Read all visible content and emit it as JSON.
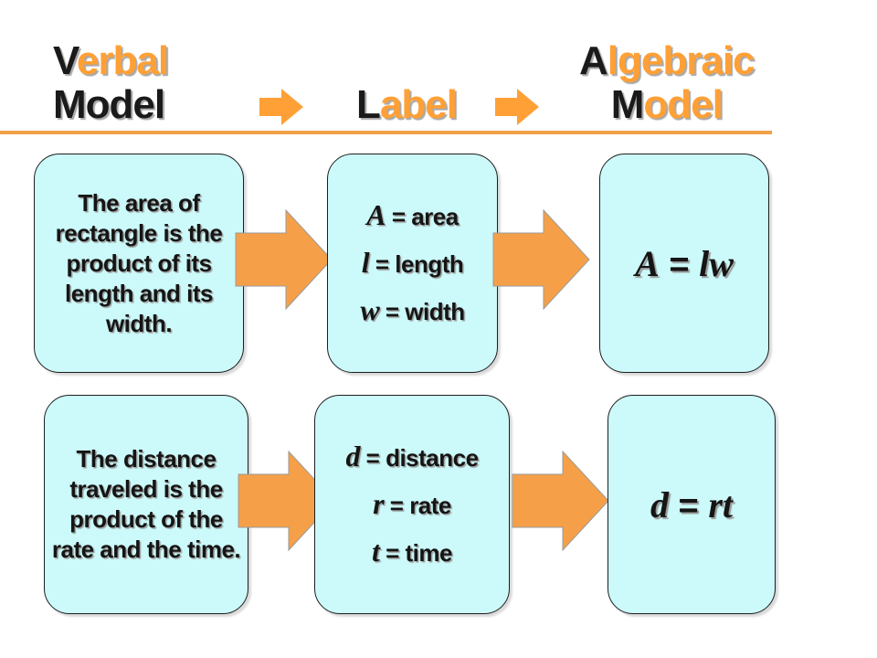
{
  "header": {
    "col1": {
      "line1_initial": "V",
      "line1_rest": "erbal",
      "line2": "Model"
    },
    "col2": {
      "initial": "L",
      "rest": "abel"
    },
    "col3": {
      "line1_initial": "A",
      "line1_rest": "lgebraic",
      "line2_initial": "M",
      "line2_rest": "odel"
    }
  },
  "rows": [
    {
      "verbal": "The area of rectangle is the product of its length and its width.",
      "labels": [
        {
          "var": "A",
          "text": " = area"
        },
        {
          "var": "l",
          "text": " = length"
        },
        {
          "var": "w",
          "text": " = width"
        }
      ],
      "formula": {
        "left": "A",
        "eq": " = ",
        "right": "lw"
      }
    },
    {
      "verbal": "The distance traveled is the product of the rate and the time.",
      "labels": [
        {
          "var": "d",
          "text": " = distance"
        },
        {
          "var": "r",
          "text": " = rate"
        },
        {
          "var": "t",
          "text": " = time"
        }
      ],
      "formula": {
        "left": "d",
        "eq": " = ",
        "right": "rt"
      }
    }
  ],
  "colors": {
    "accent": "#ffa036",
    "box_fill": "#ccfafa",
    "arrow": "#f5a048",
    "rule": "#f0a048"
  }
}
